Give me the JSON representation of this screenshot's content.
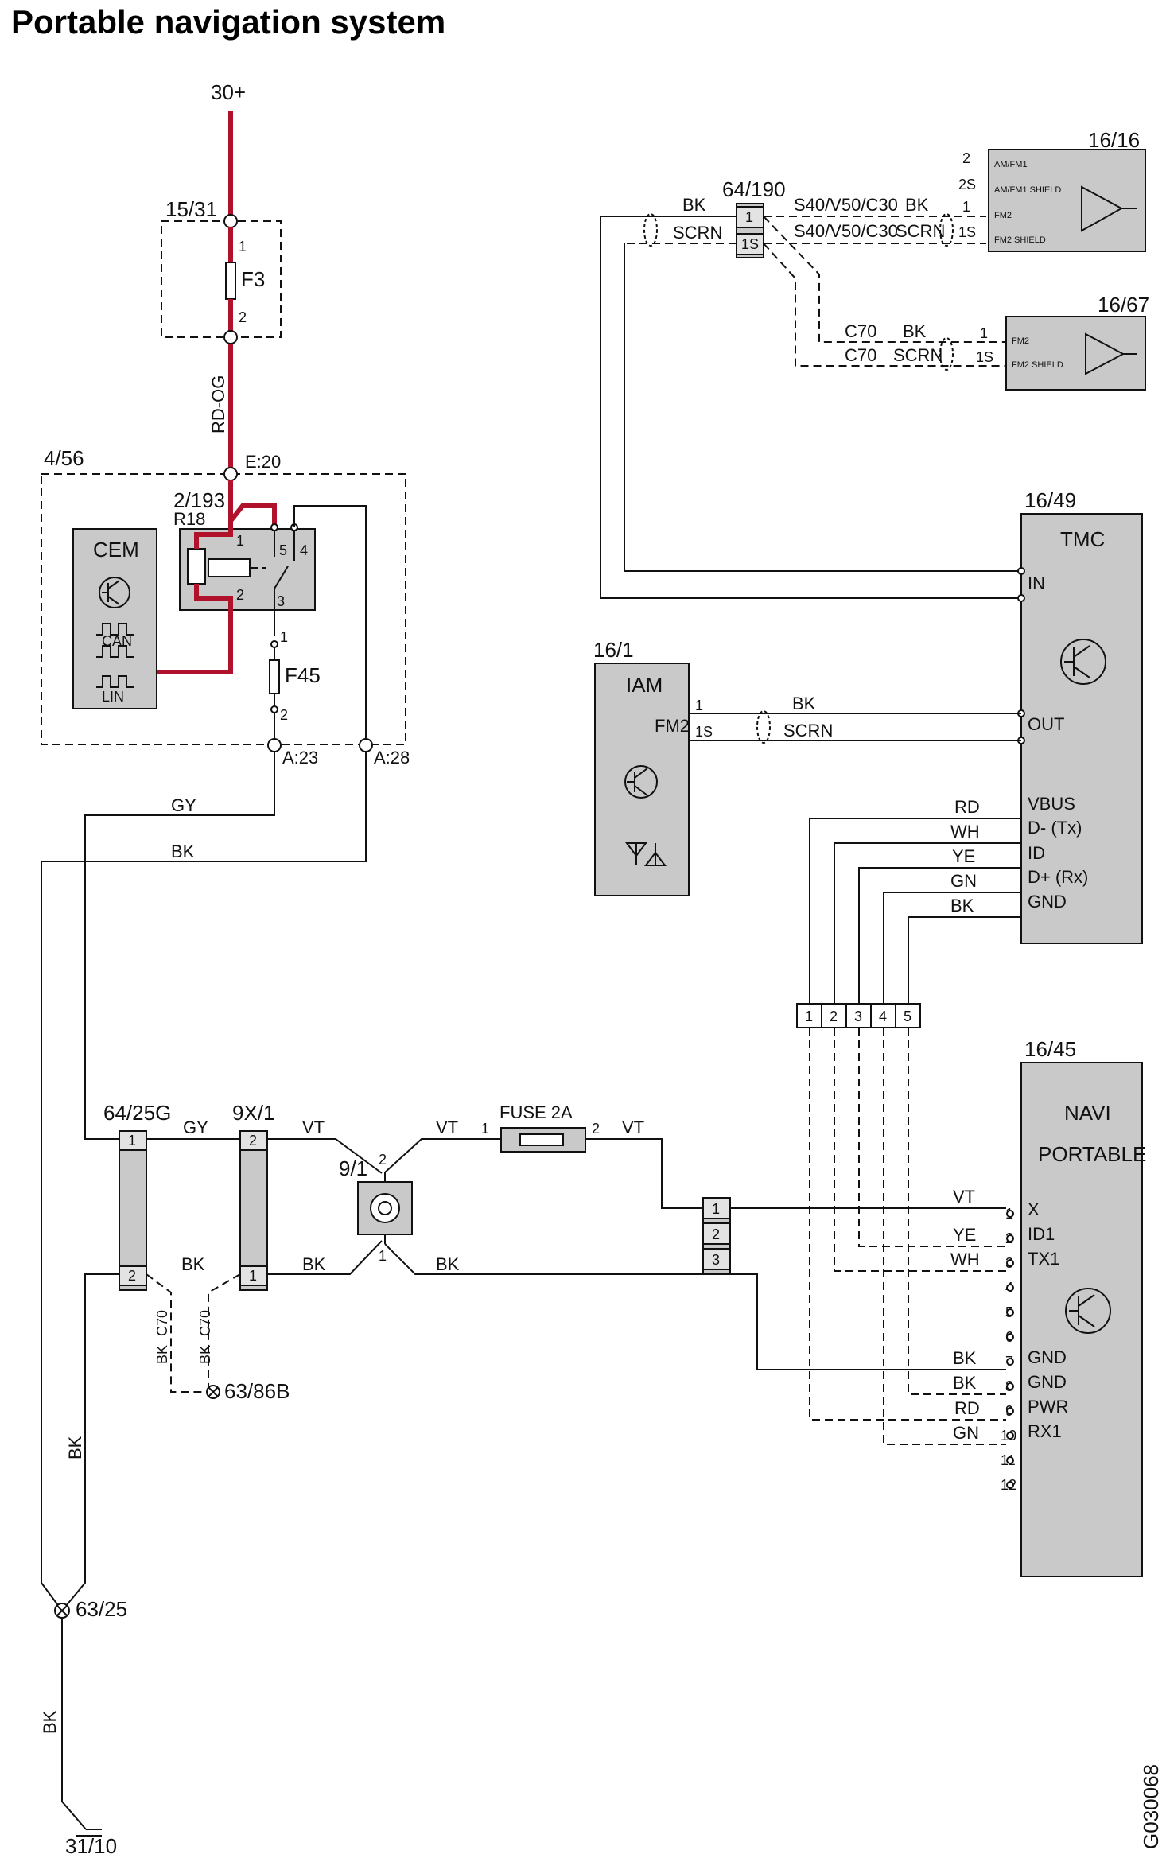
{
  "title": "Portable navigation system",
  "doc_code": "G030068",
  "components": {
    "supply": "30+",
    "fusebox": "15/31",
    "fuse_f3": "F3",
    "wire_rd_og": "RD-OG",
    "cem_box": "4/56",
    "cem": "CEM",
    "can": "CAN",
    "lin": "LIN",
    "e20": "E:20",
    "relay": "2/193",
    "r18": "R18",
    "fuse_f45": "F45",
    "a23": "A:23",
    "a28": "A:28",
    "conn_64_190": "64/190",
    "radio_16_16": "16/16",
    "radio_16_67": "16/67",
    "tmc_id": "16/49",
    "tmc": "TMC",
    "iam_id": "16/1",
    "iam": "IAM",
    "fm2": "FM2",
    "navi_id": "16/45",
    "navi_line1": "NAVI",
    "navi_line2": "PORTABLE",
    "conn_64_25g": "64/25G",
    "conn_9x1": "9X/1",
    "socket_9_1": "9/1",
    "fuse_2a": "FUSE 2A",
    "ground_63_86b": "63/86B",
    "ground_63_25": "63/25",
    "ground_31_10": "31/10"
  },
  "radio_pins_16_16": [
    "AM/FM1",
    "AM/FM1 SHIELD",
    "FM2",
    "FM2 SHIELD"
  ],
  "radio_pins_16_67": [
    "FM2",
    "FM2 SHIELD"
  ],
  "tmc_pins": [
    "IN",
    "OUT",
    "VBUS",
    "D- (Tx)",
    "ID",
    "D+ (Rx)",
    "GND"
  ],
  "navi_pins": [
    "X",
    "ID1",
    "TX1",
    "",
    "",
    "",
    "GND",
    "GND",
    "PWR",
    "RX1",
    "",
    ""
  ],
  "labels": {
    "bk": "BK",
    "scrn": "SCRN",
    "gy": "GY",
    "vt": "VT",
    "rd": "RD",
    "wh": "WH",
    "ye": "YE",
    "gn": "GN",
    "s40": "S40/V50/C30",
    "c70": "C70",
    "p1": "1",
    "p2": "2",
    "p3": "3",
    "p4": "4",
    "p5": "5",
    "p6": "6",
    "p7": "7",
    "p8": "8",
    "p9": "9",
    "p10": "10",
    "p11": "11",
    "p12": "12",
    "p1s": "1S",
    "p2s": "2S"
  }
}
